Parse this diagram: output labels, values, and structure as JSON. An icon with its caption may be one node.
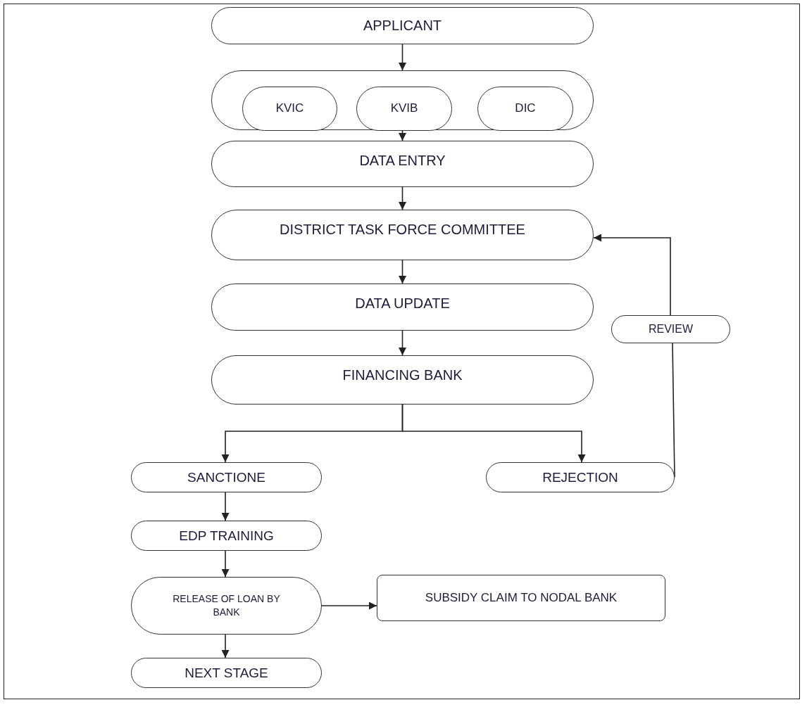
{
  "diagram": {
    "nodes": [
      {
        "text": [
          "APPLICANT"
        ]
      },
      {
        "text": [],
        "shape": "box"
      },
      {
        "text": [
          "KVIC"
        ],
        "in": 1
      },
      {
        "text": [
          "KVIB"
        ],
        "in": 1
      },
      {
        "text": [
          "DIC"
        ],
        "in": 1
      },
      {
        "text": [
          "DATA ENTRY"
        ]
      },
      {
        "text": [
          "DISTRICT TASK FORCE COMMITTEE"
        ]
      },
      {
        "text": [
          "DATA UPDATE"
        ]
      },
      {
        "text": [
          "FINANCING BANK"
        ]
      },
      {
        "text": [
          "SANCTIONE"
        ]
      },
      {
        "text": [
          "REJECTION"
        ]
      },
      {
        "text": [
          "REVIEW"
        ]
      },
      {
        "text": [
          "EDP TRAINING"
        ]
      },
      {
        "text": [
          "RELEASE OF LOAN BY BANK"
        ]
      },
      {
        "text": [
          "SUBSIDY CLAIM TO NODAL BANK"
        ]
      },
      {
        "text": [
          "NEXT STAGE"
        ]
      }
    ],
    "edges": [
      {
        "from": 0,
        "to": 1,
        "arrow": "to"
      },
      {
        "from": 1,
        "to": 5,
        "arrow": "to"
      },
      {
        "from": 5,
        "to": 6,
        "arrow": "to"
      },
      {
        "from": 6,
        "to": 7,
        "arrow": "to"
      },
      {
        "from": 7,
        "to": 8,
        "arrow": "to"
      },
      {
        "from": 8,
        "to": 9,
        "arrow": "to"
      },
      {
        "from": 8,
        "to": 10,
        "arrow": "to"
      },
      {
        "from": 10,
        "to": 11,
        "arrow": "none"
      },
      {
        "from": 11,
        "to": 6,
        "arrow": "to"
      },
      {
        "from": 9,
        "to": 12,
        "arrow": "to"
      },
      {
        "from": 12,
        "to": 13,
        "arrow": "to"
      },
      {
        "from": 13,
        "to": 14,
        "arrow": "to"
      },
      {
        "from": 13,
        "to": 15,
        "arrow": "to"
      }
    ]
  }
}
